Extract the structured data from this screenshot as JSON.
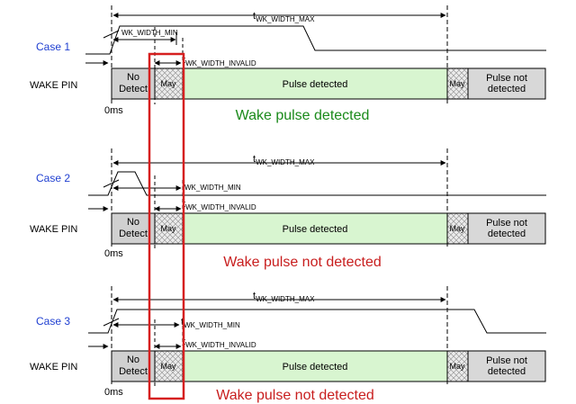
{
  "wake_pin_label": "WAKE PIN",
  "zero_label": "0ms",
  "t_symbol": "t",
  "sub_max": "WK_WIDTH_MAX",
  "sub_min": "WK_WIDTH_MIN",
  "sub_invalid": "WK_WIDTH_INVALID",
  "segments": {
    "no_detect": "No Detect",
    "may": "May",
    "pulse_detected": "Pulse detected",
    "pulse_not_detected": "Pulse not detected"
  },
  "cases": [
    {
      "label": "Case 1",
      "result": "Wake pulse detected",
      "result_color": "#1a8a1a"
    },
    {
      "label": "Case 2",
      "result": "Wake pulse not detected",
      "result_color": "#c81e1e"
    },
    {
      "label": "Case 3",
      "result": "Wake pulse not detected",
      "result_color": "#c81e1e"
    }
  ],
  "colors": {
    "no_detect": "#d0d0d0",
    "may": "#e8e8e8",
    "pulse_detected": "#d8f5d0",
    "pulse_not_detected": "#d8d8d8",
    "highlight": "#d62020"
  }
}
